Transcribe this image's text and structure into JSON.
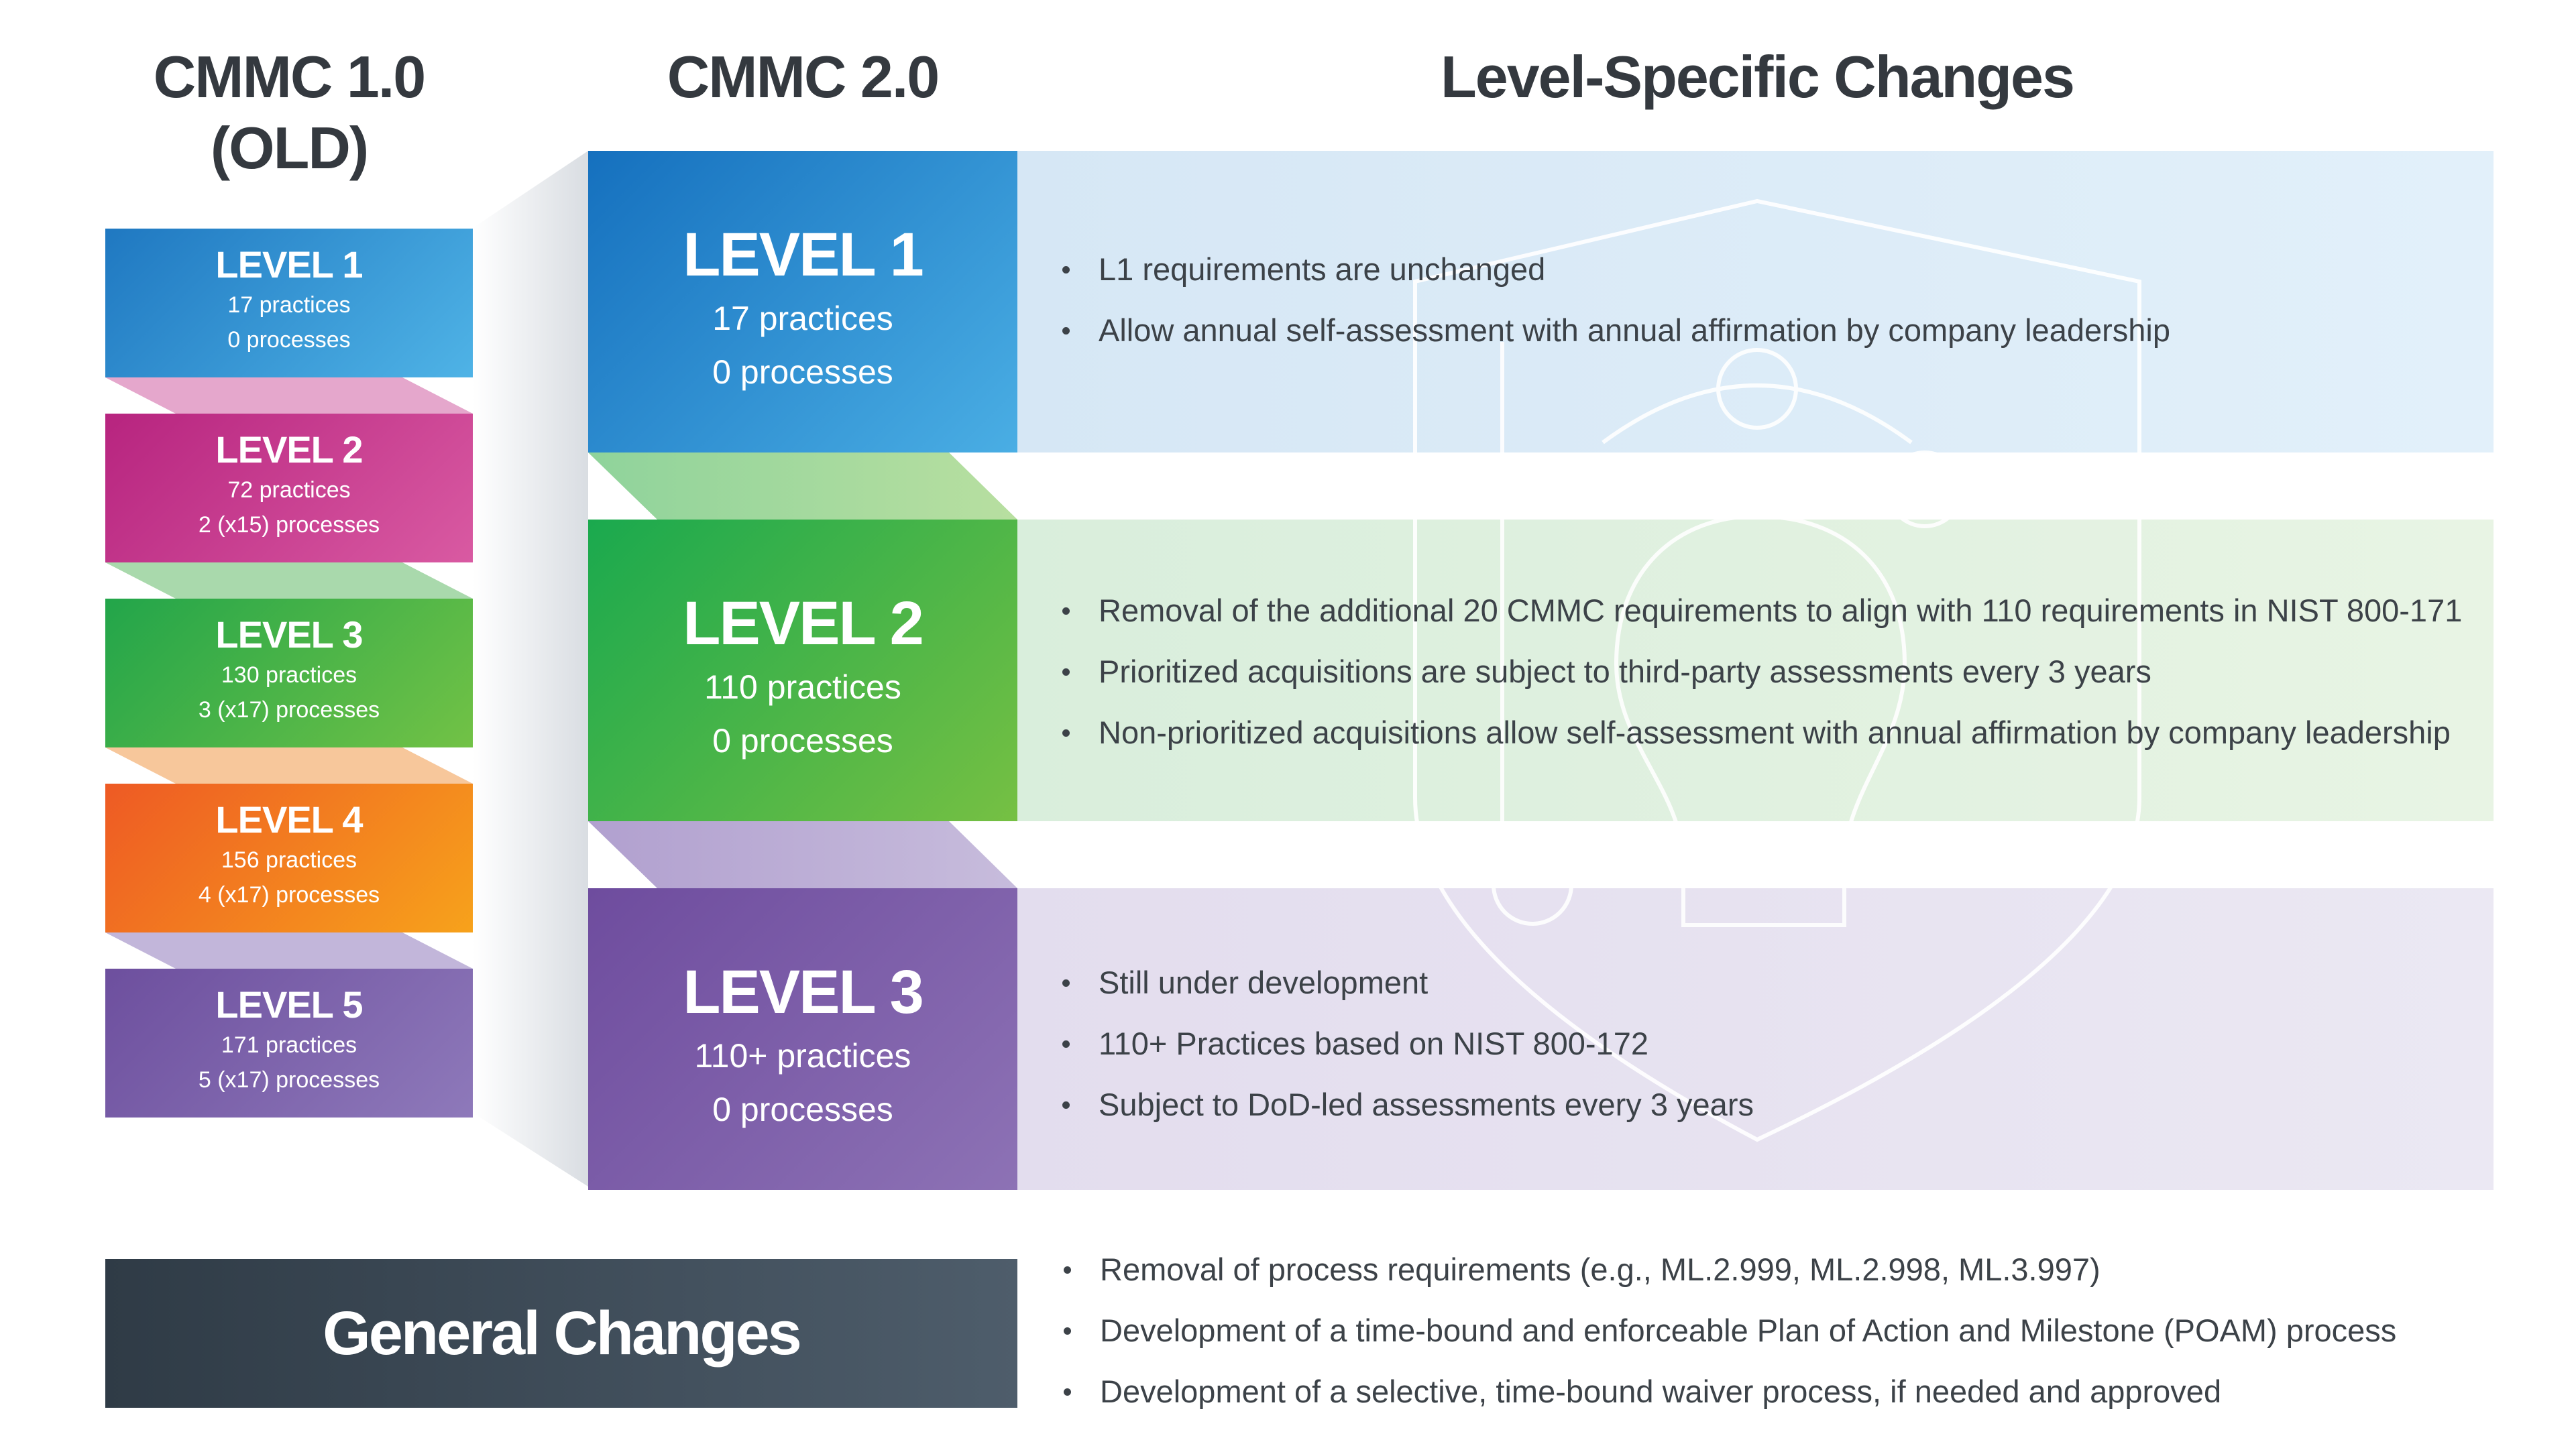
{
  "headers": {
    "old": [
      "CMMC 1.0",
      "(OLD)"
    ],
    "new": "CMMC 2.0",
    "changes": "Level-Specific Changes"
  },
  "old_levels": [
    {
      "title": "LEVEL 1",
      "practices": "17 practices",
      "processes": "0 processes",
      "color_from": "#1f78c1",
      "color_to": "#4fb3e6"
    },
    {
      "title": "LEVEL 2",
      "practices": "72 practices",
      "processes": "2 (x15) processes",
      "color_from": "#b7247f",
      "color_to": "#d95aa2"
    },
    {
      "title": "LEVEL 3",
      "practices": "130 practices",
      "processes": "3 (x17) processes",
      "color_from": "#22a54a",
      "color_to": "#72c246"
    },
    {
      "title": "LEVEL 4",
      "practices": "156 practices",
      "processes": "4 (x17) processes",
      "color_from": "#ee5a24",
      "color_to": "#f7a21b"
    },
    {
      "title": "LEVEL 5",
      "practices": "171 practices",
      "processes": "5 (x17) processes",
      "color_from": "#6d4f9e",
      "color_to": "#8e79ba"
    }
  ],
  "new_levels": [
    {
      "title": "LEVEL 1",
      "practices": "17 practices",
      "processes": "0 processes",
      "color_from": "#1570be",
      "color_to": "#4aaee4",
      "panel_color": "#dbebf7",
      "changes": [
        "L1 requirements are unchanged",
        "Allow annual self-assessment with annual affirmation by company leadership"
      ]
    },
    {
      "title": "LEVEL 2",
      "practices": "110 practices",
      "processes": "0 processes",
      "color_from": "#1aa94e",
      "color_to": "#76c043",
      "panel_color": "#def0e2",
      "changes": [
        "Removal of the additional 20 CMMC requirements to align with 110 requirements in NIST 800-171",
        "Prioritized acquisitions are subject to third-party assessments every 3 years",
        "Non-prioritized acquisitions allow self-assessment with annual affirmation by company leadership"
      ]
    },
    {
      "title": "LEVEL 3",
      "practices": "110+ practices",
      "processes": "0 processes",
      "color_from": "#6e4c9e",
      "color_to": "#8d72b5",
      "panel_color": "#e6e2f0",
      "changes": [
        "Still under development",
        "110+ Practices based on NIST 800-172",
        "Subject to DoD-led assessments every 3 years"
      ]
    }
  ],
  "general": {
    "title": "General Changes",
    "color_from": "#2f3b46",
    "color_to": "#4e5d6b",
    "changes": [
      "Removal of process requirements (e.g., ML.2.999, ML.2.998, ML.3.997)",
      "Development of a time-bound and enforceable Plan of Action and Milestone (POAM) process",
      "Development of a selective, time-bound waiver process, if needed and approved"
    ]
  }
}
